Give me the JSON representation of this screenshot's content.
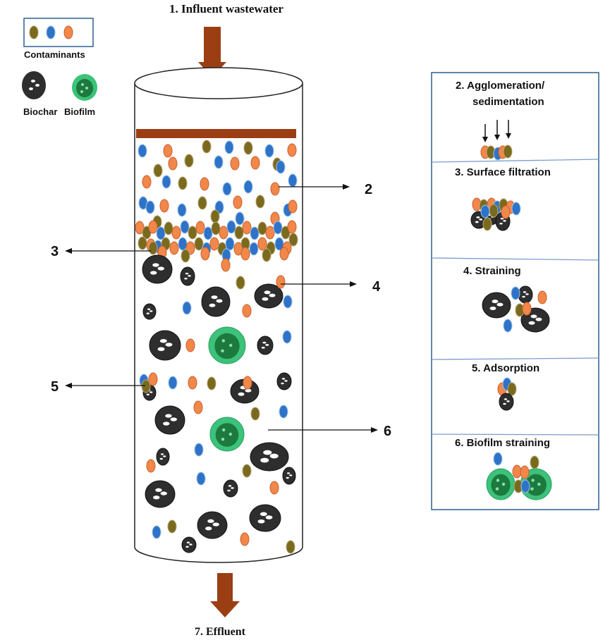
{
  "legend": {
    "contaminants_label": "Contaminants",
    "biochar_label": "Biochar",
    "biofilm_label": "Biofilm"
  },
  "steps": {
    "influent": "1.   Influent wastewater",
    "effluent": "7. Effluent",
    "callouts": [
      "2",
      "3",
      "4",
      "5",
      "6"
    ]
  },
  "panel": {
    "agglomeration_line1": "2. Agglomeration/",
    "agglomeration_line2": "sedimentation",
    "surface_filtration": "3.    Surface filtration",
    "straining": "4.     Straining",
    "adsorption": "5.     Adsorption",
    "biofilm_straining": "6.   Biofilm straining"
  },
  "colors": {
    "olive": "#7a6a1e",
    "blue": "#2e73c8",
    "orange": "#f2874a",
    "biochar": "#2e2e2e",
    "biofilm_outer": "#3cc27a",
    "biofilm_inner": "#1c7a3e",
    "arrow": "#9c3e14",
    "panel_divider": "#7a9ccc"
  }
}
